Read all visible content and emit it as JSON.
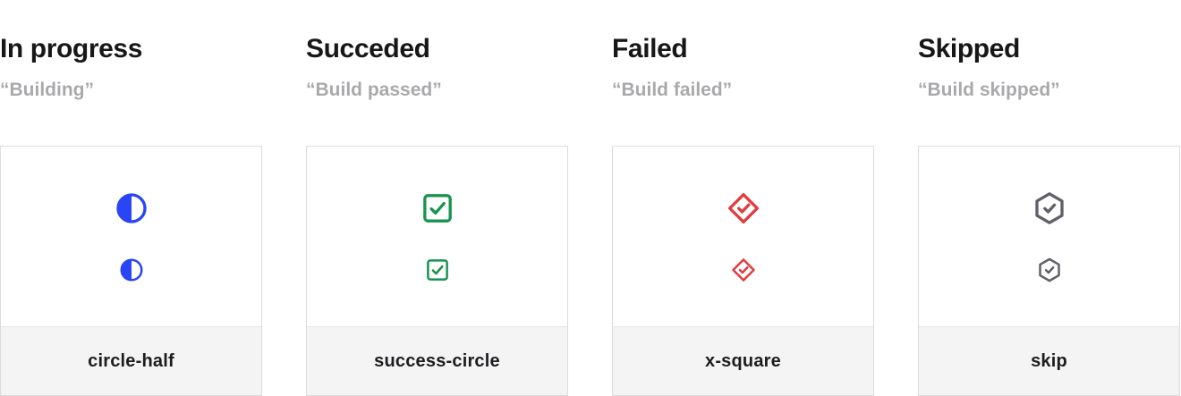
{
  "page": {
    "background": "#ffffff"
  },
  "columns": [
    {
      "title": "In progress",
      "subtitle": "“Building”",
      "icon": "circle-half-icon",
      "label": "circle-half",
      "color": "#2945f5"
    },
    {
      "title": "Succeded",
      "subtitle": "“Build passed”",
      "icon": "check-square-icon",
      "label": "success-circle",
      "color": "#18944e"
    },
    {
      "title": "Failed",
      "subtitle": "“Build failed”",
      "icon": "check-diamond-icon",
      "label": "x-square",
      "color": "#e23b3b"
    },
    {
      "title": "Skipped",
      "subtitle": "“Build skipped”",
      "icon": "check-hexagon-icon",
      "label": "skip",
      "color": "#60606a"
    }
  ]
}
